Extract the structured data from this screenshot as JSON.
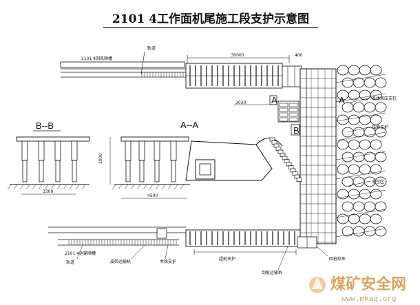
{
  "title": "2101 4工作面机尾施工段支护示意图",
  "section_labels": {
    "b_b": "B--B",
    "a_a": "A--A",
    "a_marker": "A",
    "b_marker": "B"
  },
  "upper_left": {
    "roadway": "2101 4回风顺槽",
    "rail": "轨道"
  },
  "upper_dims": {
    "span": "30000",
    "span_right": "400"
  },
  "labels": {
    "hydraulic_support": "单体液压支柱",
    "anchor_cable": "锚索支护",
    "goaf": "采空区",
    "ground_top": "3030"
  },
  "bottom": {
    "roadway": "2101 4运输顺槽",
    "rail": "轨道",
    "belt": "皮带运输机",
    "support": "木垛支护",
    "dim_span": "超前支护",
    "scraper": "刮板运输机",
    "end": "回柱绞车"
  },
  "left_dims": {
    "b_width": "3300",
    "a_width": "4500",
    "a_height": "3000"
  },
  "watermark": {
    "text": "煤矿安全网",
    "url": "www.mkaq.org"
  }
}
